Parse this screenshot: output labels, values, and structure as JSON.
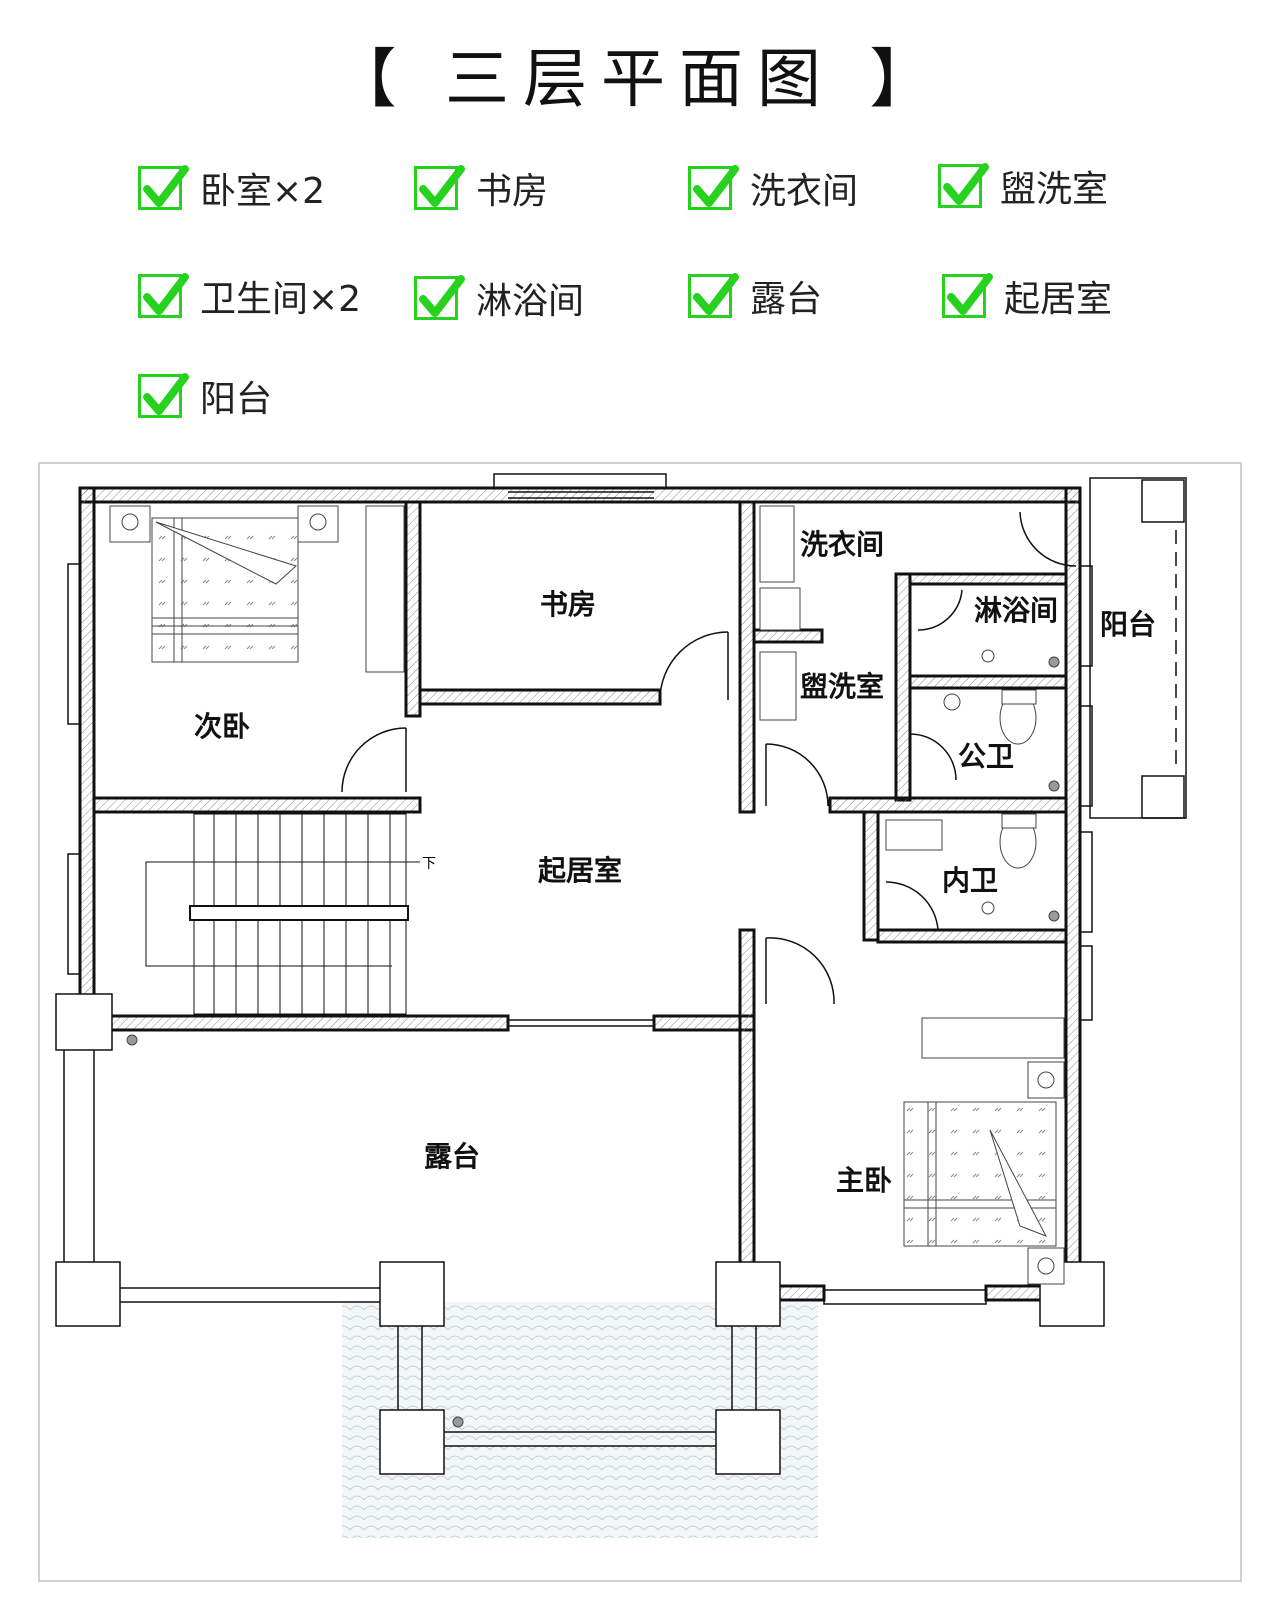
{
  "title": "【  三层平面图  】",
  "features": [
    {
      "label": "卧室×2"
    },
    {
      "label": "书房"
    },
    {
      "label": "洗衣间"
    },
    {
      "label": "盥洗室"
    },
    {
      "label": "卫生间×2"
    },
    {
      "label": "淋浴间"
    },
    {
      "label": "露台"
    },
    {
      "label": "起居室"
    },
    {
      "label": "阳台"
    }
  ],
  "rooms": {
    "second_bedroom": "次卧",
    "study": "书房",
    "laundry": "洗衣间",
    "shower": "淋浴间",
    "balcony": "阳台",
    "washroom": "盥洗室",
    "public_bath": "公卫",
    "living": "起居室",
    "inner_bath": "内卫",
    "terrace": "露台",
    "master_bedroom": "主卧",
    "stair_down": "下"
  },
  "colors": {
    "check": "#27d21f",
    "wall": "#111111"
  }
}
